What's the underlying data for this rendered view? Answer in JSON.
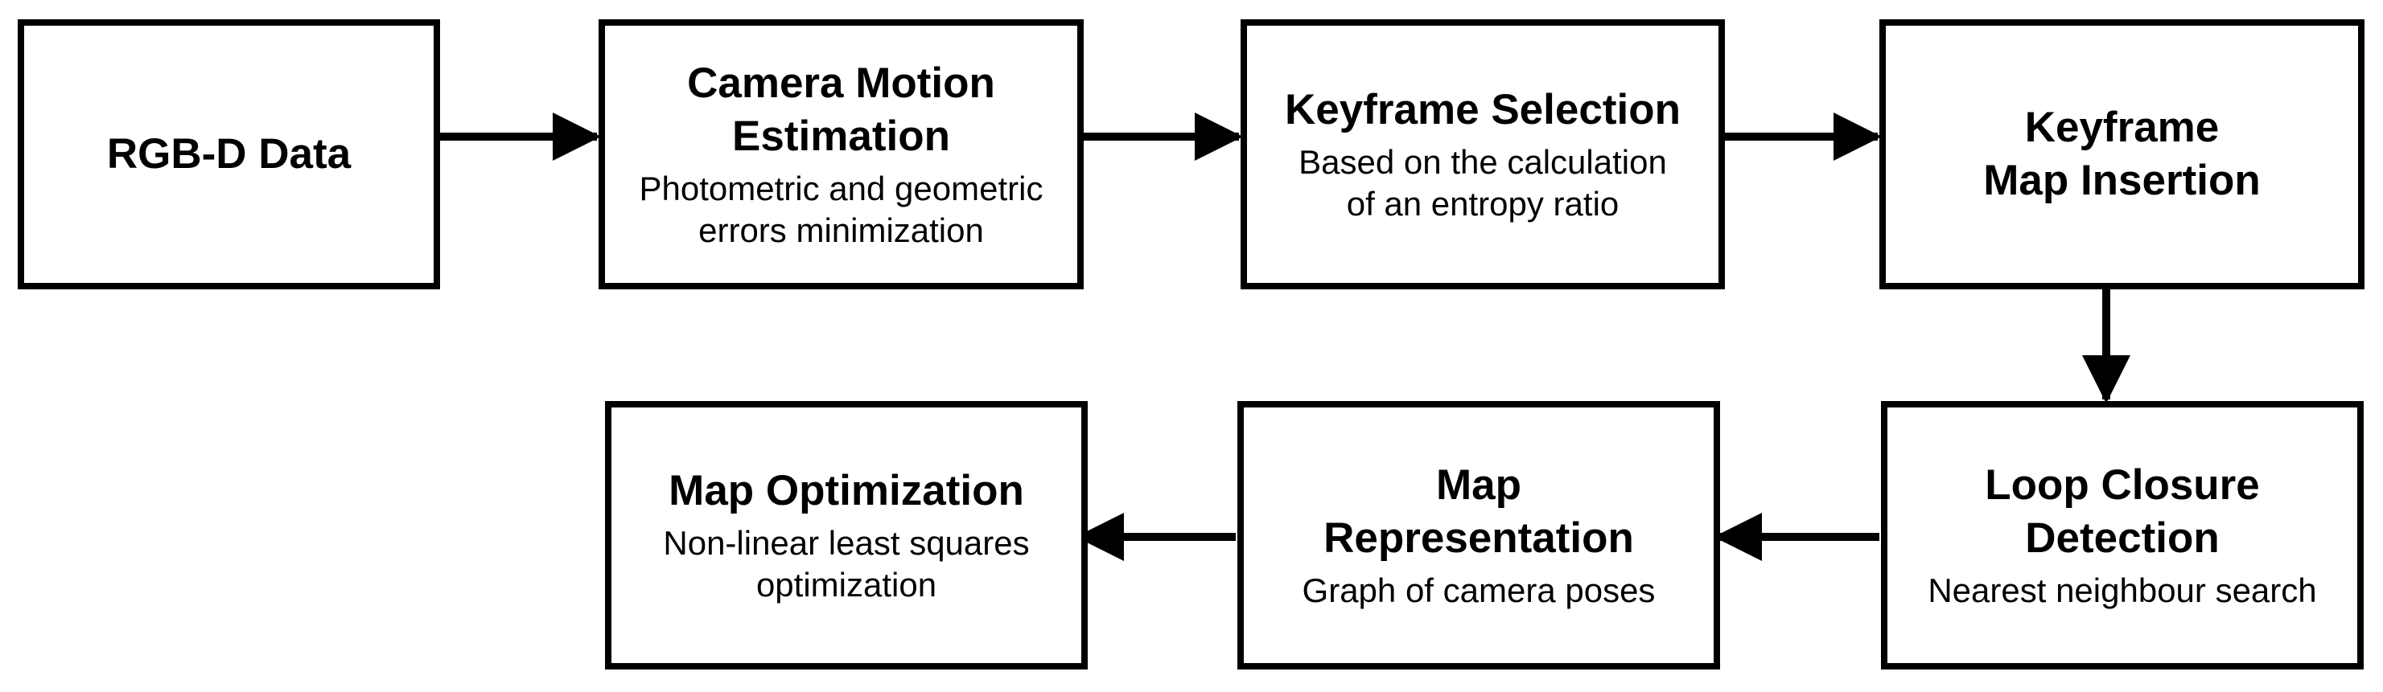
{
  "diagram": {
    "nodes": [
      {
        "id": "rgbd",
        "title": "RGB-D Data",
        "subtitle": ""
      },
      {
        "id": "camera_motion",
        "title": "Camera Motion\nEstimation",
        "subtitle": "Photometric and geometric\nerrors minimization"
      },
      {
        "id": "keyframe_selection",
        "title": "Keyframe Selection",
        "subtitle": "Based on the calculation\nof an entropy ratio"
      },
      {
        "id": "keyframe_insertion",
        "title": "Keyframe\nMap Insertion",
        "subtitle": ""
      },
      {
        "id": "loop_closure",
        "title": "Loop Closure\nDetection",
        "subtitle": "Nearest neighbour search"
      },
      {
        "id": "map_representation",
        "title": "Map\nRepresentation",
        "subtitle": "Graph of camera poses"
      },
      {
        "id": "map_optimization",
        "title": "Map Optimization",
        "subtitle": "Non-linear least squares\noptimization"
      }
    ],
    "edges": [
      {
        "from": "rgbd",
        "to": "camera_motion"
      },
      {
        "from": "camera_motion",
        "to": "keyframe_selection"
      },
      {
        "from": "keyframe_selection",
        "to": "keyframe_insertion"
      },
      {
        "from": "keyframe_insertion",
        "to": "loop_closure"
      },
      {
        "from": "loop_closure",
        "to": "map_representation"
      },
      {
        "from": "map_representation",
        "to": "map_optimization"
      }
    ],
    "colors": {
      "stroke": "#000000",
      "fill": "#ffffff",
      "text": "#000000"
    }
  }
}
